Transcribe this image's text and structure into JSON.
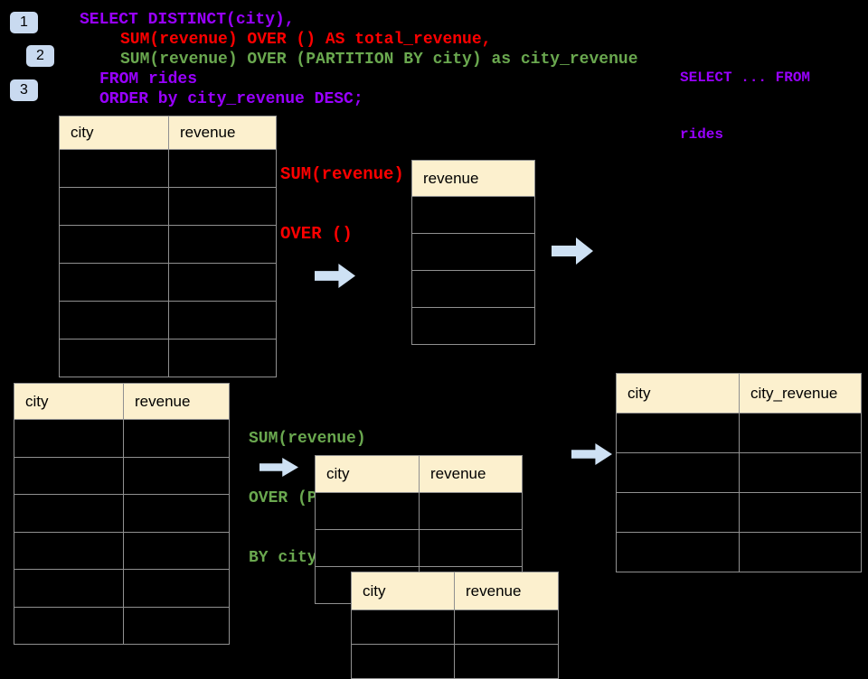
{
  "colors": {
    "background": "#000000",
    "table_header_fill": "#FCF0CE",
    "table_border": "#909090",
    "arrow_fill": "#CEE1F4",
    "badge_fill": "#C9DAF0",
    "sql_purple": "#9900FF",
    "sql_red": "#FF0000",
    "sql_green": "#6AA84F"
  },
  "badges": {
    "items": [
      "1",
      "2",
      "3"
    ]
  },
  "sql": {
    "lines": [
      {
        "text": "SELECT DISTINCT(city),",
        "color": "#9900FF"
      },
      {
        "text": "SUM(revenue) OVER () AS total_revenue,",
        "color": "#FF0000"
      },
      {
        "text": "SUM(revenue) OVER (PARTITION BY city) as city_revenue",
        "color": "#6AA84F"
      },
      {
        "text": "FROM rides",
        "color": "#9900FF"
      },
      {
        "text": "ORDER by city_revenue DESC;",
        "color": "#9900FF"
      }
    ]
  },
  "side_note": {
    "line1": "SELECT ... FROM",
    "line2": "rides",
    "color": "#9900FF"
  },
  "annotation_total": {
    "line1": "SUM(revenue)",
    "line2": "OVER ()",
    "color": "#FF0000"
  },
  "annotation_partition": {
    "line1": "SUM(revenue)",
    "line2": "OVER (PARTITION",
    "line3": "BY city)",
    "color": "#6AA84F"
  },
  "tables": {
    "source_top": {
      "columns": [
        "city",
        "revenue"
      ],
      "row_count": 6
    },
    "total": {
      "columns": [
        "revenue"
      ],
      "row_count": 4
    },
    "source_bottom": {
      "columns": [
        "city",
        "revenue"
      ],
      "row_count": 6
    },
    "partition_input": {
      "columns": [
        "city",
        "revenue"
      ],
      "row_count": 3
    },
    "partition_overlay": {
      "columns": [
        "city",
        "revenue"
      ],
      "row_count": 2
    },
    "result": {
      "columns": [
        "city",
        "city_revenue"
      ],
      "row_count": 4
    }
  }
}
